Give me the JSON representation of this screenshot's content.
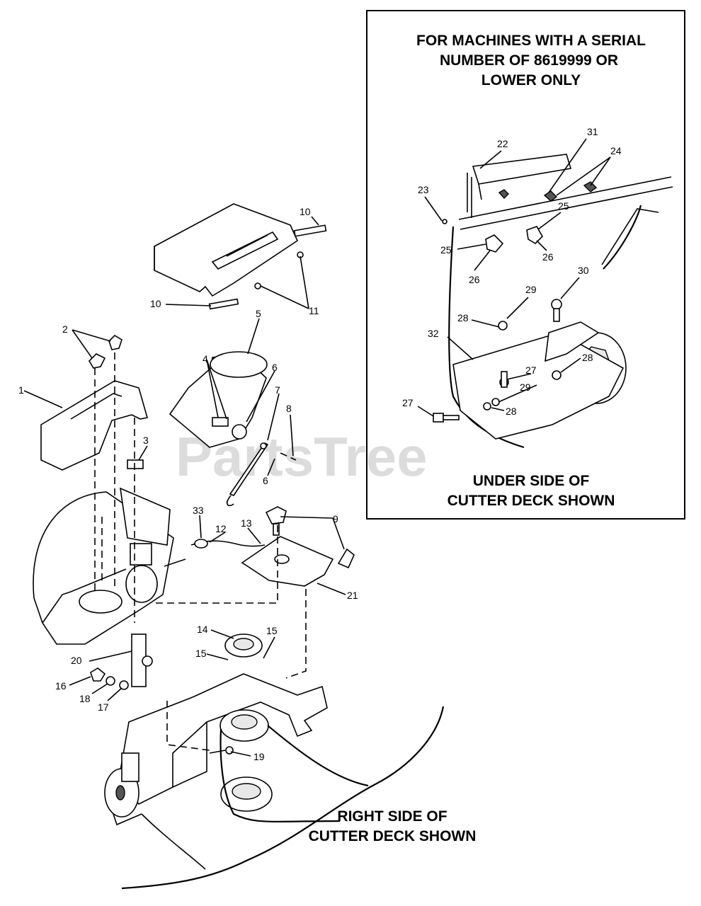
{
  "inset": {
    "title_lines": [
      "FOR MACHINES WITH A SERIAL",
      "NUMBER OF 8619999 OR",
      "LOWER ONLY"
    ],
    "caption_lines": [
      "UNDER SIDE OF",
      "CUTTER DECK SHOWN"
    ]
  },
  "main_caption_lines": [
    "RIGHT SIDE OF",
    "CUTTER DECK SHOWN"
  ],
  "watermark": "PartsTree",
  "callouts": {
    "c1": "1",
    "c2": "2",
    "c3": "3",
    "c4": "4",
    "c5": "5",
    "c6a": "6",
    "c6b": "6",
    "c7": "7",
    "c8": "8",
    "c9": "9",
    "c10a": "10",
    "c10b": "10",
    "c11": "11",
    "c12": "12",
    "c13": "13",
    "c14": "14",
    "c15a": "15",
    "c15b": "15",
    "c16": "16",
    "c17": "17",
    "c18": "18",
    "c19": "19",
    "c20": "20",
    "c21": "21",
    "c22": "22",
    "c23": "23",
    "c24": "24",
    "c25a": "25",
    "c25b": "25",
    "c26a": "26",
    "c26b": "26",
    "c27a": "27",
    "c27b": "27",
    "c28a": "28",
    "c28b": "28",
    "c28c": "28",
    "c29a": "29",
    "c29b": "29",
    "c30": "30",
    "c31": "31",
    "c32": "32",
    "c33": "33"
  }
}
